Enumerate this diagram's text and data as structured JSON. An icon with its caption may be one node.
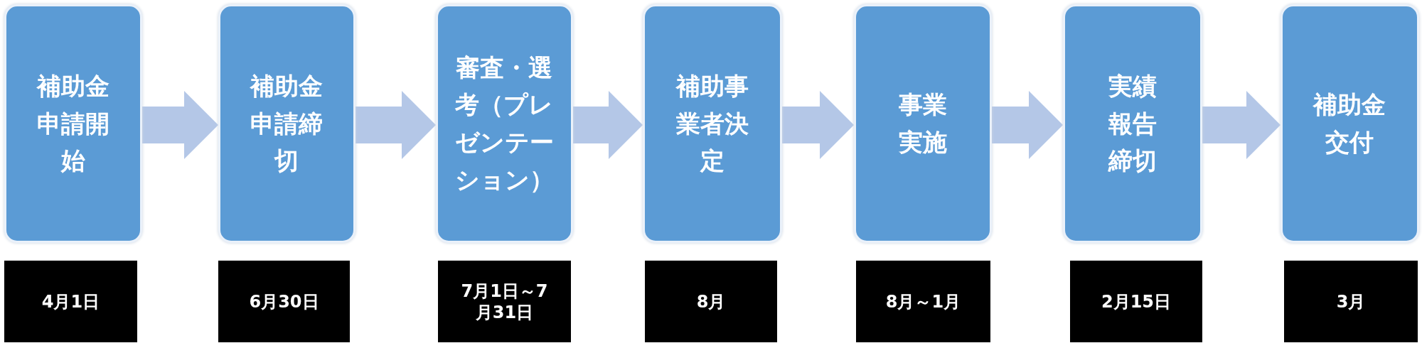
{
  "diagram": {
    "nodes": [
      {
        "text": [
          "補助金申請開始"
        ]
      },
      {
        "text": [
          "補助金申請締切"
        ]
      },
      {
        "text": [
          "審査・選考（プレゼンテーション）"
        ]
      },
      {
        "text": [
          "補助事業者決定"
        ]
      },
      {
        "text": [
          "事業実施"
        ]
      },
      {
        "text": [
          "実績報告締切"
        ]
      },
      {
        "text": [
          "補助金交付"
        ]
      },
      {
        "text": [
          "4月1日"
        ]
      },
      {
        "text": [
          "6月30日"
        ]
      },
      {
        "text": [
          "7月1日～7月31日"
        ]
      },
      {
        "text": [
          "8月"
        ]
      },
      {
        "text": [
          "8月～1月"
        ]
      },
      {
        "text": [
          "2月15日"
        ]
      },
      {
        "text": [
          "3月"
        ]
      }
    ],
    "edges": [
      {
        "from": 0,
        "to": 1,
        "arrow": "to"
      },
      {
        "from": 1,
        "to": 2,
        "arrow": "to"
      },
      {
        "from": 2,
        "to": 3,
        "arrow": "to"
      },
      {
        "from": 3,
        "to": 4,
        "arrow": "to"
      },
      {
        "from": 4,
        "to": 5,
        "arrow": "to"
      },
      {
        "from": 5,
        "to": 6,
        "arrow": "to"
      }
    ]
  }
}
